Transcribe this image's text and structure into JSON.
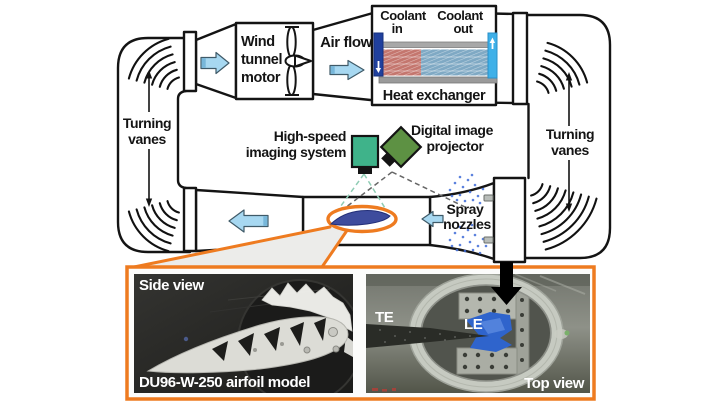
{
  "figure": {
    "labels": {
      "turning": "Turning",
      "vanes": "vanes",
      "motor1": "Wind",
      "motor2": "tunnel",
      "motor3": "motor",
      "air_flow": "Air flow",
      "coolant": "Coolant",
      "coolant_in": "in",
      "coolant_out": "out",
      "heat_exchanger": "Heat exchanger",
      "imaging1": "High-speed",
      "imaging2": "imaging system",
      "projector1": "Digital image",
      "projector2": "projector",
      "spray1": "Spray",
      "spray2": "nozzles"
    },
    "inset": {
      "side_view": "Side view",
      "model": "DU96-W-250 airfoil model",
      "te": "TE",
      "le": "LE",
      "top_view": "Top view"
    },
    "colors": {
      "accent_orange": "#ee7b20",
      "flow_arrow_blue": "#a7d8f1",
      "camera_teal": "#3fb38a",
      "projector_green": "#5d9143",
      "airfoil_blue": "#3e4c9d",
      "coolant_in_dark_blue": "#20409e",
      "coolant_out_light_blue": "#3eb0e8",
      "coil_hot": "#c4766e",
      "coil_cold": "#7fa9c4",
      "spray_dot_blue": "#3f6cd8",
      "line_black": "#141414"
    }
  }
}
